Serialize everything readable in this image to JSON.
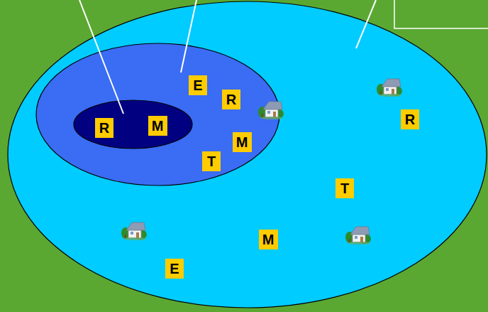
{
  "diagram": {
    "nodes": [
      {
        "text": []
      },
      {
        "text": [],
        "in": 0
      },
      {
        "text": [],
        "in": 1
      },
      {
        "text": [
          "R"
        ],
        "in": 2
      },
      {
        "text": [
          "M"
        ],
        "in": 2
      },
      {
        "text": [
          "E"
        ],
        "in": 1
      },
      {
        "text": [
          "R"
        ],
        "in": 1
      },
      {
        "text": [
          "M"
        ],
        "in": 1
      },
      {
        "text": [
          "T"
        ],
        "in": 1
      },
      {
        "text": [
          "R"
        ],
        "in": 0
      },
      {
        "text": [
          "T"
        ],
        "in": 0
      },
      {
        "text": [
          "M"
        ],
        "in": 0
      },
      {
        "text": [
          "E"
        ],
        "in": 0
      }
    ],
    "edges": []
  }
}
